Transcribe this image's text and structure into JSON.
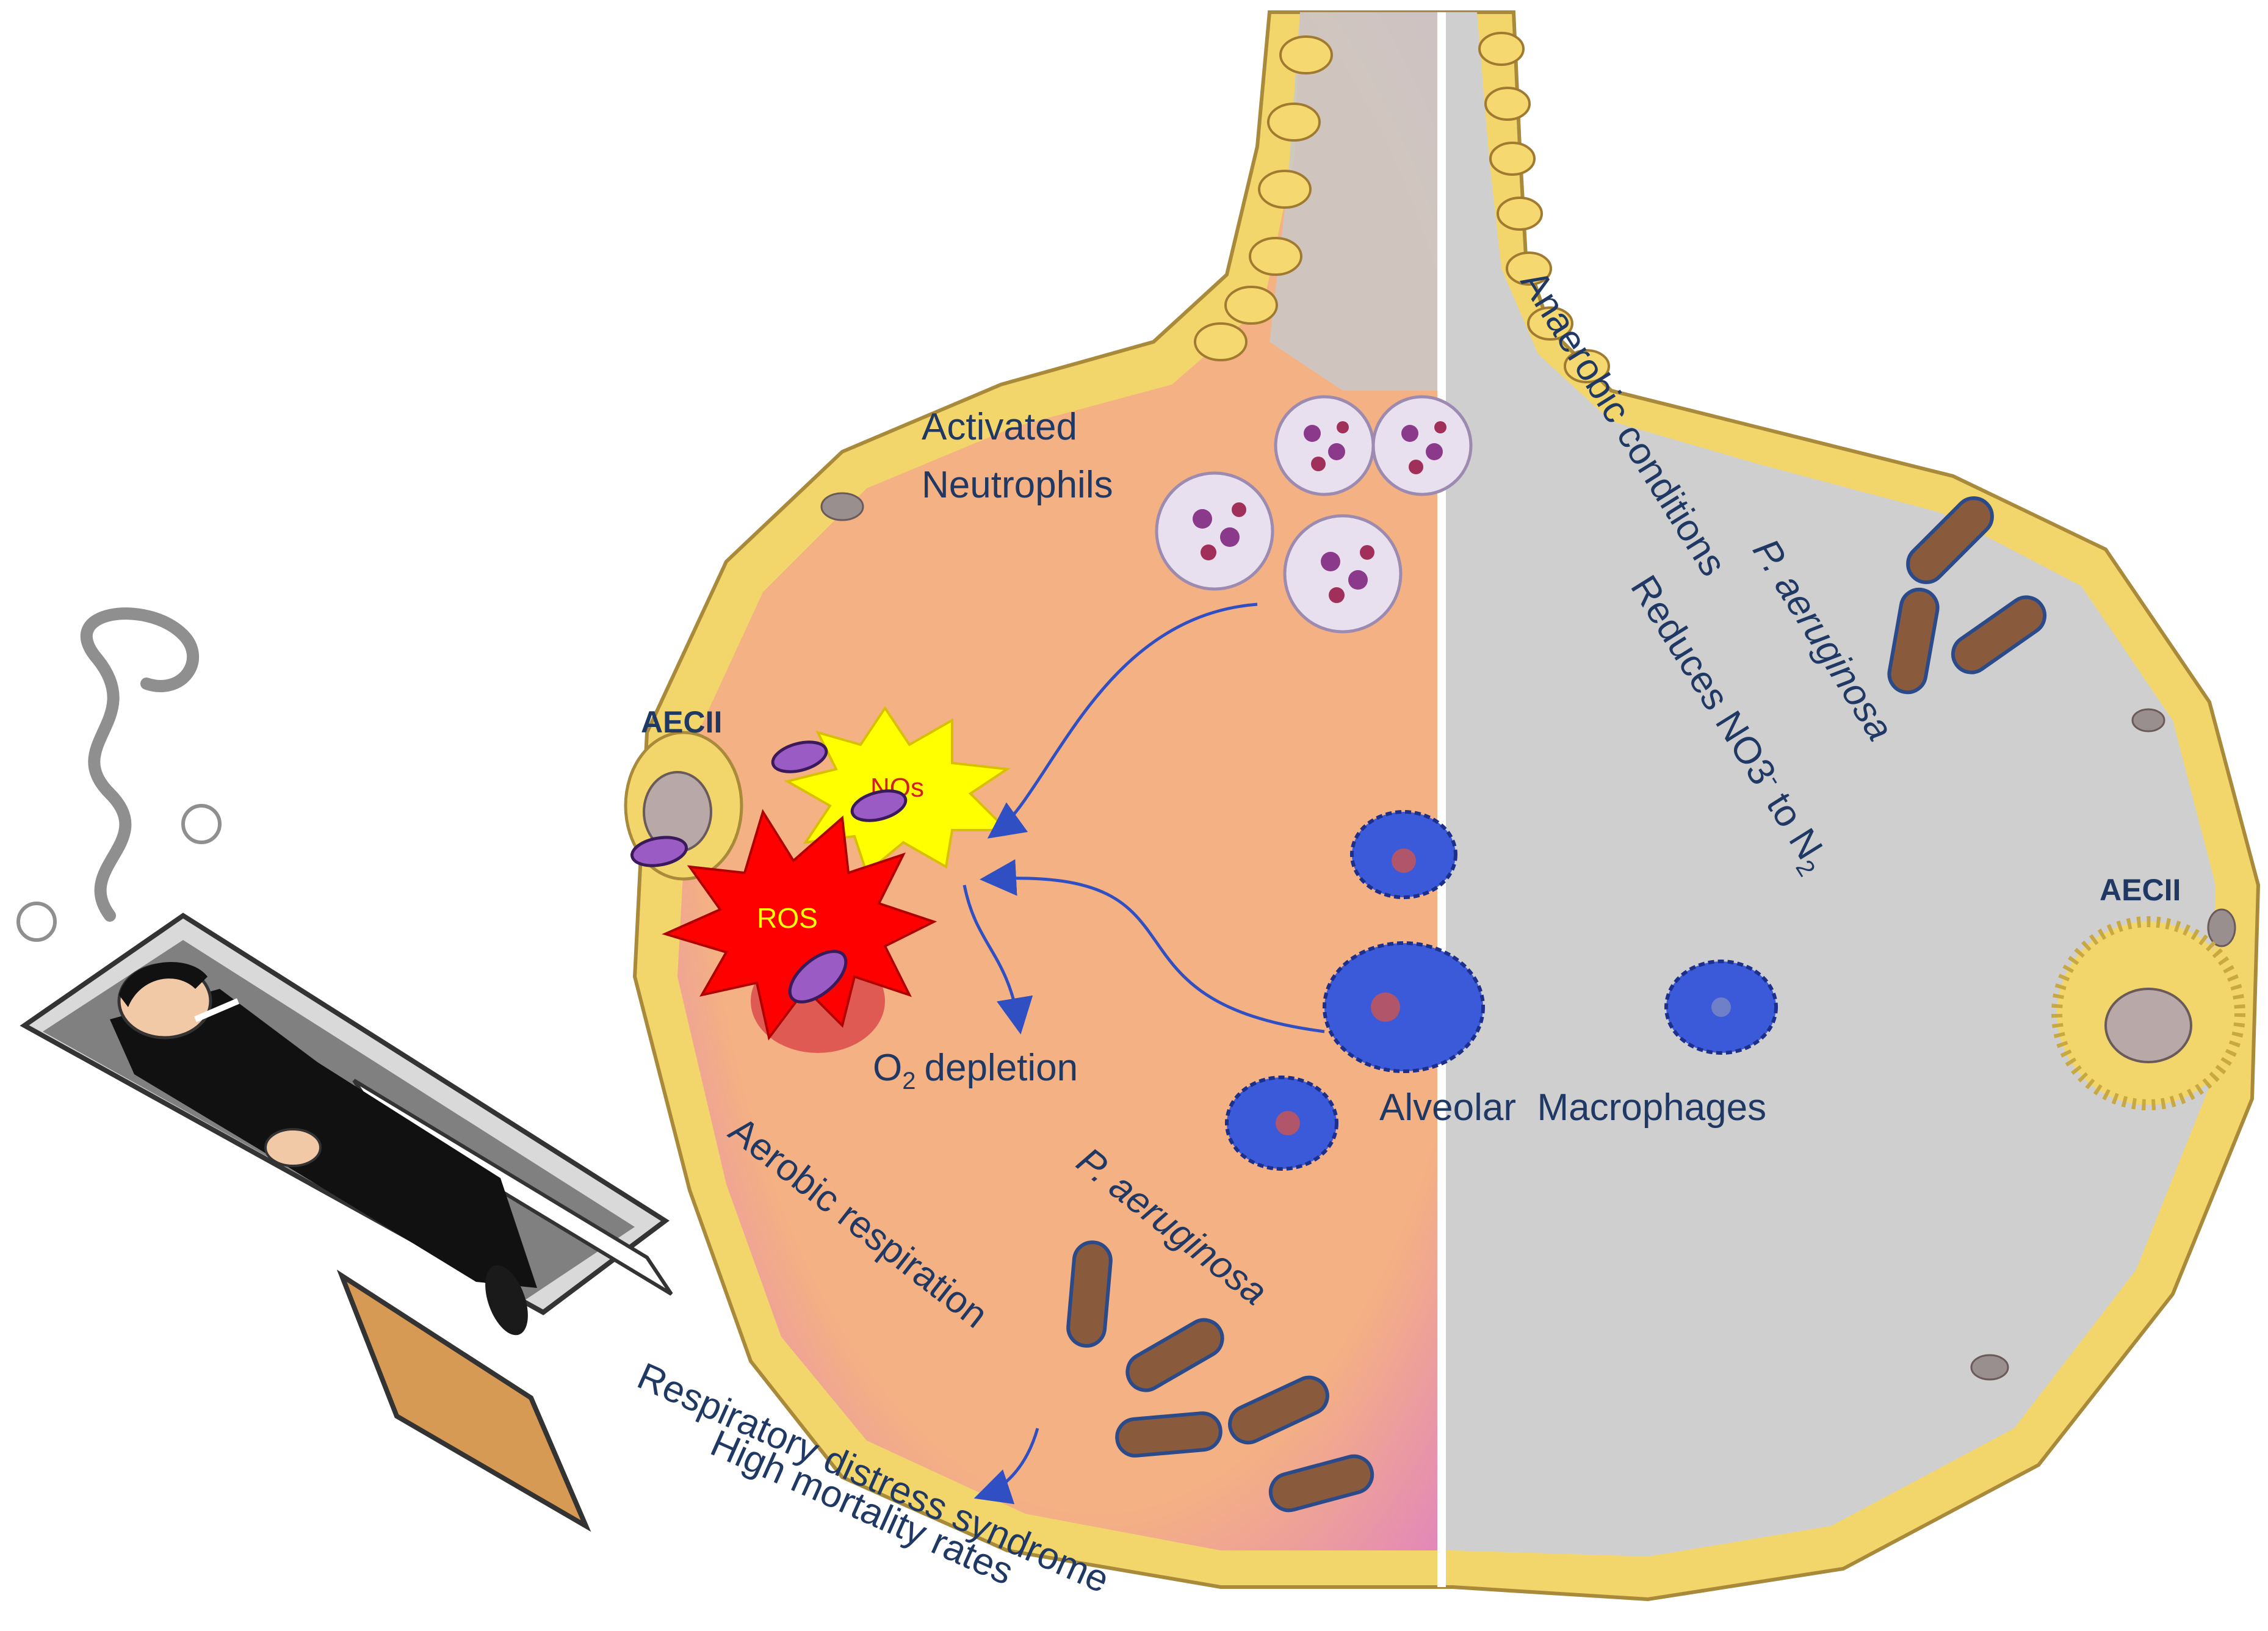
{
  "labels": {
    "activated": "Activated",
    "neutrophils": "Neutrophils",
    "aecii_left": "AECII",
    "aecii_right": "AECII",
    "nos": "NOs",
    "ros": "ROS",
    "o2_depletion": "depletion",
    "o2_o": "O",
    "o2_sub": "2",
    "alveolar_macrophages": "Alveolar  Macrophages",
    "aerobic_respiration": "Aerobic respiration",
    "pa_left": "P. aeruginosa",
    "respiratory_distress": "Respiratory distress syndrome",
    "high_mortality": "High mortality rates",
    "anaerobic_conditions": "Anaerobic conditions",
    "pa_right": "P. aeruginosa",
    "reduces_pre": "Reduces NO3",
    "reduces_sup": "-",
    "reduces_mid": " to N",
    "reduces_sub": "2"
  },
  "colors": {
    "label_navy": "#1f3864",
    "left_alveolus": "#f4b183",
    "right_alveolus": "#c9c9c9",
    "wall_yellow": "#f2d66b",
    "nos_burst": "#ffff00",
    "ros_burst": "#ff0000",
    "arrow_blue": "#2f4fc2",
    "macrophage_blue": "#3a5ad9",
    "neutrophil_purple": "#8b3a8b",
    "bacteria_brown": "#8a5a3c"
  },
  "icons": [
    "smoking-man-in-cigarette-coffin",
    "neutrophil-cell",
    "macrophage-cell",
    "pseudomonas-bacterium",
    "mitochondrion",
    "aecii-cell"
  ]
}
